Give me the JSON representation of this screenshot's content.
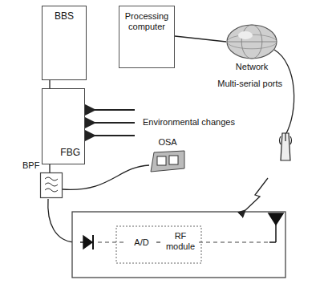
{
  "diagram": {
    "nodes": [
      {
        "text": [
          "BBS"
        ]
      },
      {
        "text": [
          "Processing computer"
        ]
      },
      {
        "text": [
          "Network"
        ]
      },
      {
        "text": [
          "FBG"
        ]
      },
      {
        "text": [
          "BPF"
        ]
      },
      {
        "text": [
          "OSA"
        ]
      },
      {
        "text": [
          "A/D"
        ]
      },
      {
        "text": [
          "RF module"
        ]
      }
    ],
    "edges": [
      {
        "from": 0,
        "to": 3,
        "arrow": "none"
      },
      {
        "from": 3,
        "to": 4,
        "arrow": "none"
      },
      {
        "from": 1,
        "to": 2,
        "arrow": "none"
      },
      {
        "from": 4,
        "to": 5,
        "arrow": "none"
      },
      {
        "from": 6,
        "to": 7,
        "arrow": "none"
      }
    ],
    "labels": [
      "Environmental changes",
      "Multi-serial ports"
    ]
  }
}
